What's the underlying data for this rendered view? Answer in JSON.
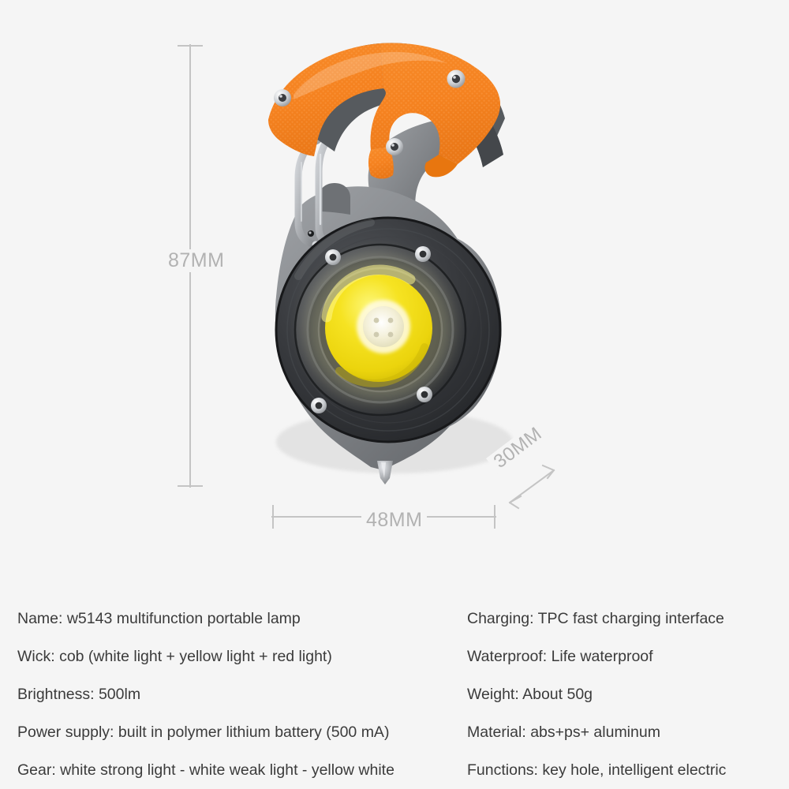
{
  "product": {
    "name": "w5143 multifunction portable lamp",
    "colors": {
      "background": "#f5f5f5",
      "grip_orange": "#f58220",
      "grip_orange_dark": "#e06a10",
      "body_gray": "#8e9093",
      "body_gray_dark": "#6d7073",
      "housing_black": "#2e3033",
      "housing_black_light": "#55585c",
      "cob_yellow": "#f2dd17",
      "cob_yellow_light": "#fbf35e",
      "led_white": "#f6f2dd",
      "side_red": "#f8332c",
      "screw_silver": "#d8dade",
      "carabiner_steel": "#b9bcc0",
      "dimension_line": "#c4c4c4",
      "dimension_text": "#b2b2b2",
      "spec_text": "#3b3b3b"
    }
  },
  "dimensions": {
    "height": "87MM",
    "width": "48MM",
    "depth": "30MM"
  },
  "specs": {
    "left": [
      "Name: w5143 multifunction portable lamp",
      "Wick: cob (white light + yellow light + red light)",
      "Brightness: 500lm",
      "Power supply: built in polymer lithium battery (500 mA)",
      "Gear: white strong light - white weak light - yellow white"
    ],
    "right": [
      "Charging: TPC fast charging interface",
      "Waterproof: Life waterproof",
      "Weight: About 50g",
      "Material: abs+ps+ aluminum",
      "Functions: key hole, intelligent electric"
    ]
  }
}
